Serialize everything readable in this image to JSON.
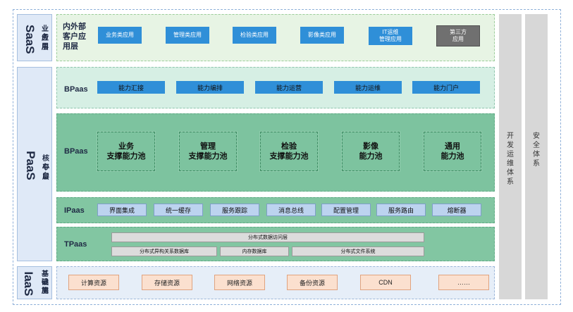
{
  "saas": {
    "name": "SaaS",
    "sub": [
      "业务",
      "应用",
      "层"
    ],
    "title_lines": [
      "内外部",
      "客户应",
      "用层"
    ],
    "apps": [
      "业务类应用",
      "管理类应用",
      "检验类应用",
      "影像类应用"
    ],
    "it_app": [
      "IT运维",
      "管理应用"
    ],
    "third_party": [
      "第三方",
      "应用"
    ]
  },
  "paas": {
    "name": "PaaS",
    "sub": [
      "核心",
      "平台",
      "层"
    ],
    "bpaas1": {
      "label": "BPaas",
      "items": [
        "能力汇接",
        "能力编排",
        "能力运营",
        "能力运维",
        "能力门户"
      ]
    },
    "bpaas2": {
      "label": "BPaas",
      "pools": [
        [
          "业务",
          "支撑能力池"
        ],
        [
          "管理",
          "支撑能力池"
        ],
        [
          "检验",
          "支撑能力池"
        ],
        [
          "影像",
          "能力池"
        ],
        [
          "通用",
          "能力池"
        ]
      ]
    },
    "ipaas": {
      "label": "IPaas",
      "items": [
        "界面集成",
        "统一缓存",
        "服务跟踪",
        "消息总线",
        "配置管理",
        "服务路由",
        "熔断器"
      ]
    },
    "tpaas": {
      "label": "TPaas",
      "top": "分布式数据访问层",
      "bottom": [
        "分布式异构关系数据库",
        "内存数据库",
        "分布式文件系统"
      ]
    }
  },
  "iaas": {
    "name": "IaaS",
    "sub": [
      "基础",
      "设施",
      "层"
    ],
    "items": [
      "计算资源",
      "存储资源",
      "网络资源",
      "备份资源",
      "CDN",
      "……"
    ]
  },
  "right_columns": [
    [
      "开",
      "发",
      "运",
      "维",
      "体",
      "系"
    ],
    [
      "安",
      "全",
      "体",
      "系"
    ]
  ],
  "colors": {
    "blue": "#2f8fd8",
    "green": "#7dc39f",
    "mint": "#d6efe4",
    "light_green": "#e7f4e4",
    "side": "#dfe9f7",
    "resource": "#fbe0cf"
  }
}
